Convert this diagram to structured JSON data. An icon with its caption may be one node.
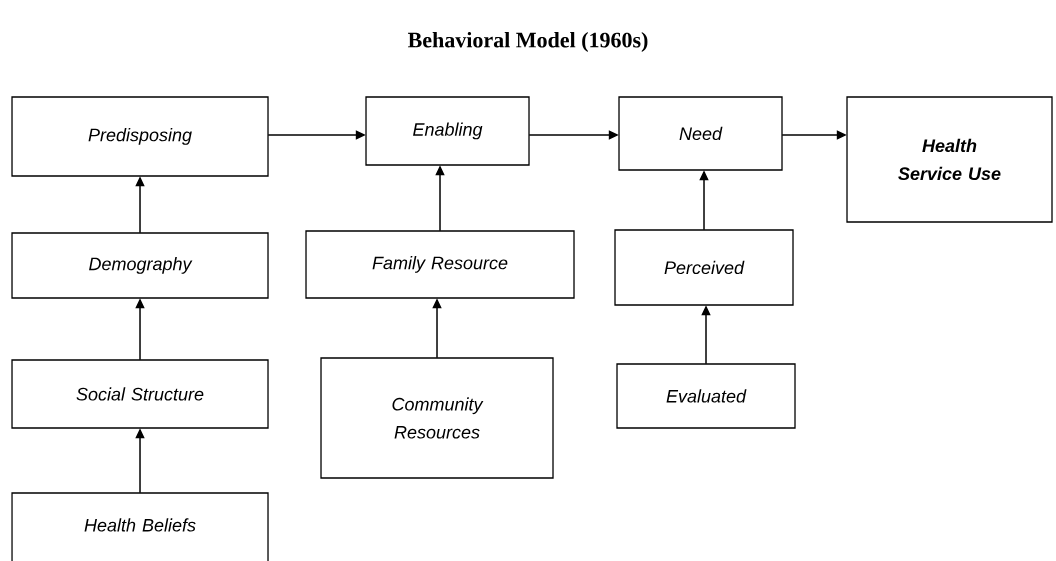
{
  "diagram": {
    "title": "Behavioral Model (1960s)",
    "nodes": [
      {
        "text": [
          "Predisposing"
        ]
      },
      {
        "text": [
          "Enabling"
        ]
      },
      {
        "text": [
          "Need"
        ]
      },
      {
        "text": [
          "Health Service Use"
        ]
      },
      {
        "text": [
          "Demography"
        ]
      },
      {
        "text": [
          "Family Resource"
        ]
      },
      {
        "text": [
          "Perceived"
        ]
      },
      {
        "text": [
          "Social Structure"
        ]
      },
      {
        "text": [
          "Community Resources"
        ]
      },
      {
        "text": [
          "Evaluated"
        ]
      },
      {
        "text": [
          "Health Beliefs"
        ]
      }
    ],
    "edges": [
      {
        "from": 0,
        "to": 1,
        "arrow": "to"
      },
      {
        "from": 1,
        "to": 2,
        "arrow": "to"
      },
      {
        "from": 2,
        "to": 3,
        "arrow": "to"
      },
      {
        "from": 4,
        "to": 0,
        "arrow": "to"
      },
      {
        "from": 5,
        "to": 1,
        "arrow": "to"
      },
      {
        "from": 6,
        "to": 2,
        "arrow": "to"
      },
      {
        "from": 7,
        "to": 4,
        "arrow": "to"
      },
      {
        "from": 8,
        "to": 5,
        "arrow": "to"
      },
      {
        "from": 9,
        "to": 6,
        "arrow": "to"
      },
      {
        "from": 10,
        "to": 7,
        "arrow": "to"
      }
    ]
  }
}
